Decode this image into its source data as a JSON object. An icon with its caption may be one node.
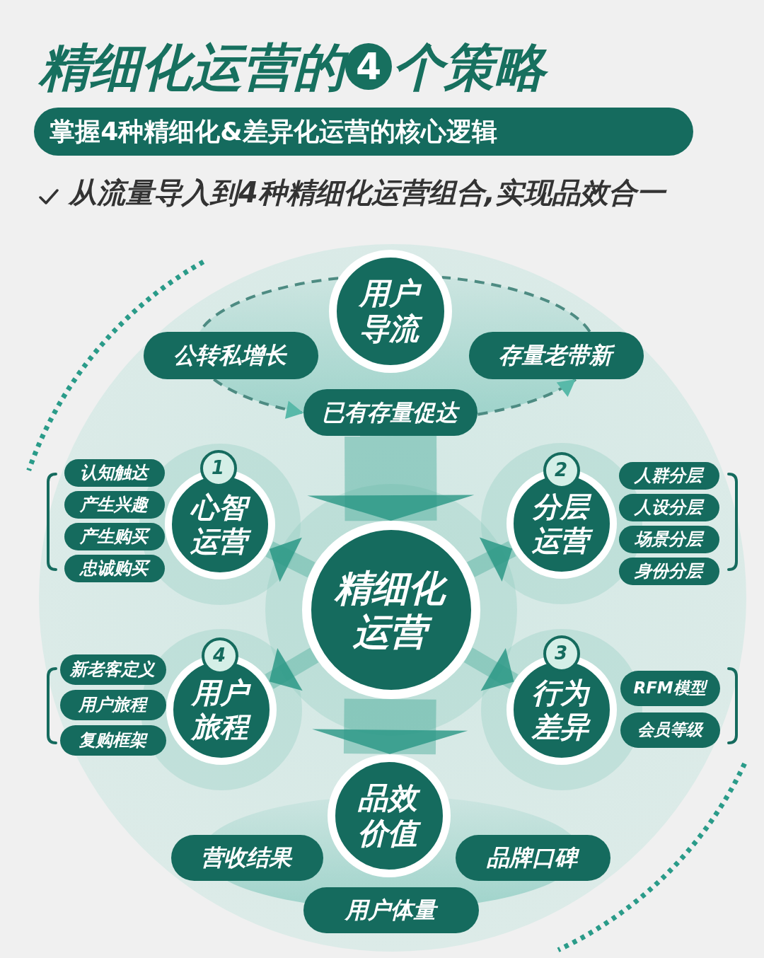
{
  "diagram": {
    "title": "精细化运营的4个策略",
    "nodes": [
      {
        "text": [
          "掌握4种精细化&差异化运营的核心逻辑"
        ]
      },
      {
        "text": [
          "用户导流"
        ]
      },
      {
        "text": [
          "公转私增长"
        ]
      },
      {
        "text": [
          "存量老带新"
        ]
      },
      {
        "text": [
          "已有存量促达"
        ]
      },
      {
        "text": [
          "认知触达"
        ]
      },
      {
        "text": [
          "产生兴趣"
        ]
      },
      {
        "text": [
          "产生购买"
        ]
      },
      {
        "text": [
          "忠诚购买"
        ]
      },
      {
        "text": [
          "1"
        ]
      },
      {
        "text": [
          "心智运营"
        ]
      },
      {
        "text": [
          "2"
        ]
      },
      {
        "text": [
          "分层运营"
        ]
      },
      {
        "text": [
          "人群分层"
        ]
      },
      {
        "text": [
          "人设分层"
        ]
      },
      {
        "text": [
          "场景分层"
        ]
      },
      {
        "text": [
          "身份分层"
        ]
      },
      {
        "text": [
          "精细化运营"
        ]
      },
      {
        "text": [
          "新老客定义"
        ]
      },
      {
        "text": [
          "用户旅程"
        ]
      },
      {
        "text": [
          "复购框架"
        ]
      },
      {
        "text": [
          "4"
        ]
      },
      {
        "text": [
          "用户旅程"
        ]
      },
      {
        "text": [
          "3"
        ]
      },
      {
        "text": [
          "行为差异"
        ]
      },
      {
        "text": [
          "RFM模型"
        ]
      },
      {
        "text": [
          "会员等级"
        ]
      },
      {
        "text": [
          "品效价值"
        ]
      },
      {
        "text": [
          "营收结果"
        ]
      },
      {
        "text": [
          "品牌口碑"
        ]
      },
      {
        "text": [
          "用户体量"
        ]
      }
    ],
    "edges": [
      {
        "from": 2,
        "to": 4,
        "arrow": "to",
        "style": "dashed"
      },
      {
        "from": 4,
        "to": 3,
        "arrow": "to",
        "style": "dashed"
      },
      {
        "from": 3,
        "to": 1,
        "arrow": "none",
        "style": "dashed"
      },
      {
        "from": 1,
        "to": 2,
        "arrow": "none",
        "style": "dashed"
      },
      {
        "from": 4,
        "to": 17,
        "arrow": "to",
        "style": "thick"
      },
      {
        "from": 17,
        "to": 10,
        "arrow": "to"
      },
      {
        "from": 17,
        "to": 12,
        "arrow": "to"
      },
      {
        "from": 17,
        "to": 24,
        "arrow": "to"
      },
      {
        "from": 17,
        "to": 22,
        "arrow": "to"
      },
      {
        "from": 17,
        "to": 27,
        "arrow": "to",
        "style": "thick"
      }
    ],
    "labels": [
      "从流量导入到4种精细化运营组合,实现品效合一"
    ]
  }
}
